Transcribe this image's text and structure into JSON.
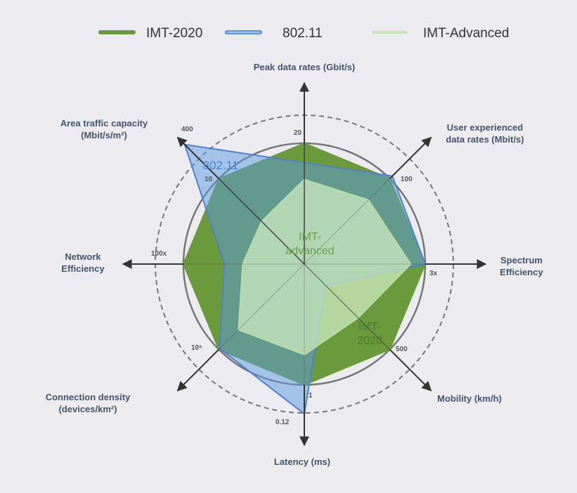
{
  "chart_data": {
    "type": "radar",
    "title": "",
    "legend_position": "top",
    "axes": [
      {
        "label": [
          "Peak data rates (Gbit/s)"
        ],
        "ticks": [
          "20"
        ]
      },
      {
        "label": [
          "User experienced",
          "data rates (Mbit/s)"
        ],
        "ticks": [
          "100"
        ]
      },
      {
        "label": [
          "Spectrum",
          "Efficiency"
        ],
        "ticks": [
          "3x"
        ]
      },
      {
        "label": [
          "Mobility (km/h)"
        ],
        "ticks": [
          "500"
        ]
      },
      {
        "label": [
          "Latency (ms)"
        ],
        "ticks": [
          "1",
          "0.12"
        ]
      },
      {
        "label": [
          "Connection  density",
          "(devices/km²)"
        ],
        "ticks": [
          "10⁶"
        ]
      },
      {
        "label": [
          "Network",
          "Efficiency"
        ],
        "ticks": [
          "100x"
        ]
      },
      {
        "label": [
          "Area traffic capacity",
          "(Mbit/s/m²)"
        ],
        "ticks": [
          "10",
          "400"
        ]
      }
    ],
    "series": [
      {
        "name": "IMT-2020",
        "color": "#6b9a3c",
        "values": [
          1.0,
          1.0,
          1.0,
          1.0,
          1.0,
          1.0,
          1.0,
          1.0
        ],
        "annotation": [
          "IMT-",
          "2020"
        ]
      },
      {
        "name": "802.11",
        "color": "#5b8fd6",
        "values": [
          0.84,
          1.03,
          1.0,
          0.25,
          1.24,
          0.99,
          0.66,
          1.4
        ],
        "annotation": [
          "802.11"
        ]
      },
      {
        "name": "IMT-Advanced",
        "color": "#c6e6b4",
        "values": [
          0.7,
          0.75,
          0.88,
          0.63,
          0.75,
          0.77,
          0.51,
          0.5
        ],
        "annotation": [
          "IMT-",
          "advanced"
        ]
      }
    ]
  }
}
